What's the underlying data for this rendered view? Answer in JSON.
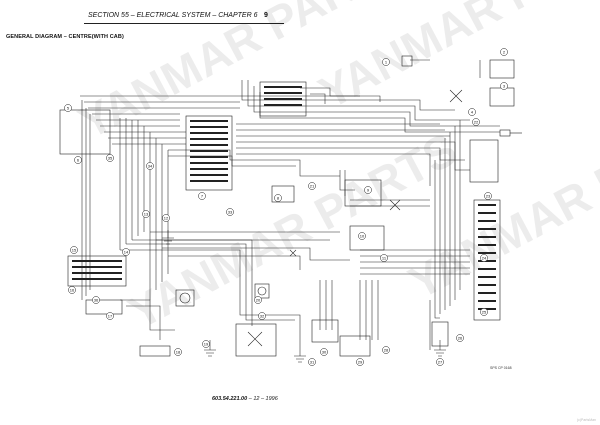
{
  "header": {
    "section_title": "SECTION 55 – ELECTRICAL SYSTEM – CHAPTER 6",
    "page_number": "9"
  },
  "diagram": {
    "title": "GENERAL DIAGRAM – CENTRE(WITH CAB)",
    "watermark": "YANMAR PARTS",
    "callouts": [
      "1",
      "2",
      "3",
      "4",
      "5",
      "6",
      "7",
      "8",
      "9",
      "10",
      "11",
      "12",
      "13",
      "14",
      "15",
      "16",
      "17",
      "18",
      "19",
      "20",
      "21",
      "22",
      "23",
      "24",
      "25",
      "26",
      "27",
      "28",
      "29",
      "30",
      "31",
      "32",
      "33",
      "34",
      "35",
      "36"
    ],
    "reference_code": "SPS CP 0168"
  },
  "footer": {
    "publication_code": "603.54.221.00",
    "separator": " – ",
    "date": "12 – 1996"
  },
  "credit": "(c)PartsMan"
}
